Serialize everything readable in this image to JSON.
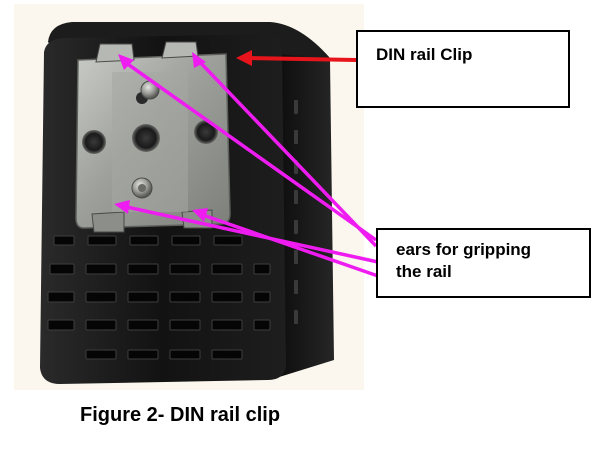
{
  "callouts": {
    "din_rail_clip": "DIN rail Clip",
    "ears_line1": "ears for gripping",
    "ears_line2": "the rail"
  },
  "caption": "Figure 2- DIN rail clip",
  "colors": {
    "pointer_red": "#e8141b",
    "pointer_magenta": "#ee1cf0",
    "device_body": "#161616",
    "metal_plate": "#a8aaa6",
    "photo_background": "#fbf7ee"
  },
  "icons": [
    "device-photo"
  ]
}
